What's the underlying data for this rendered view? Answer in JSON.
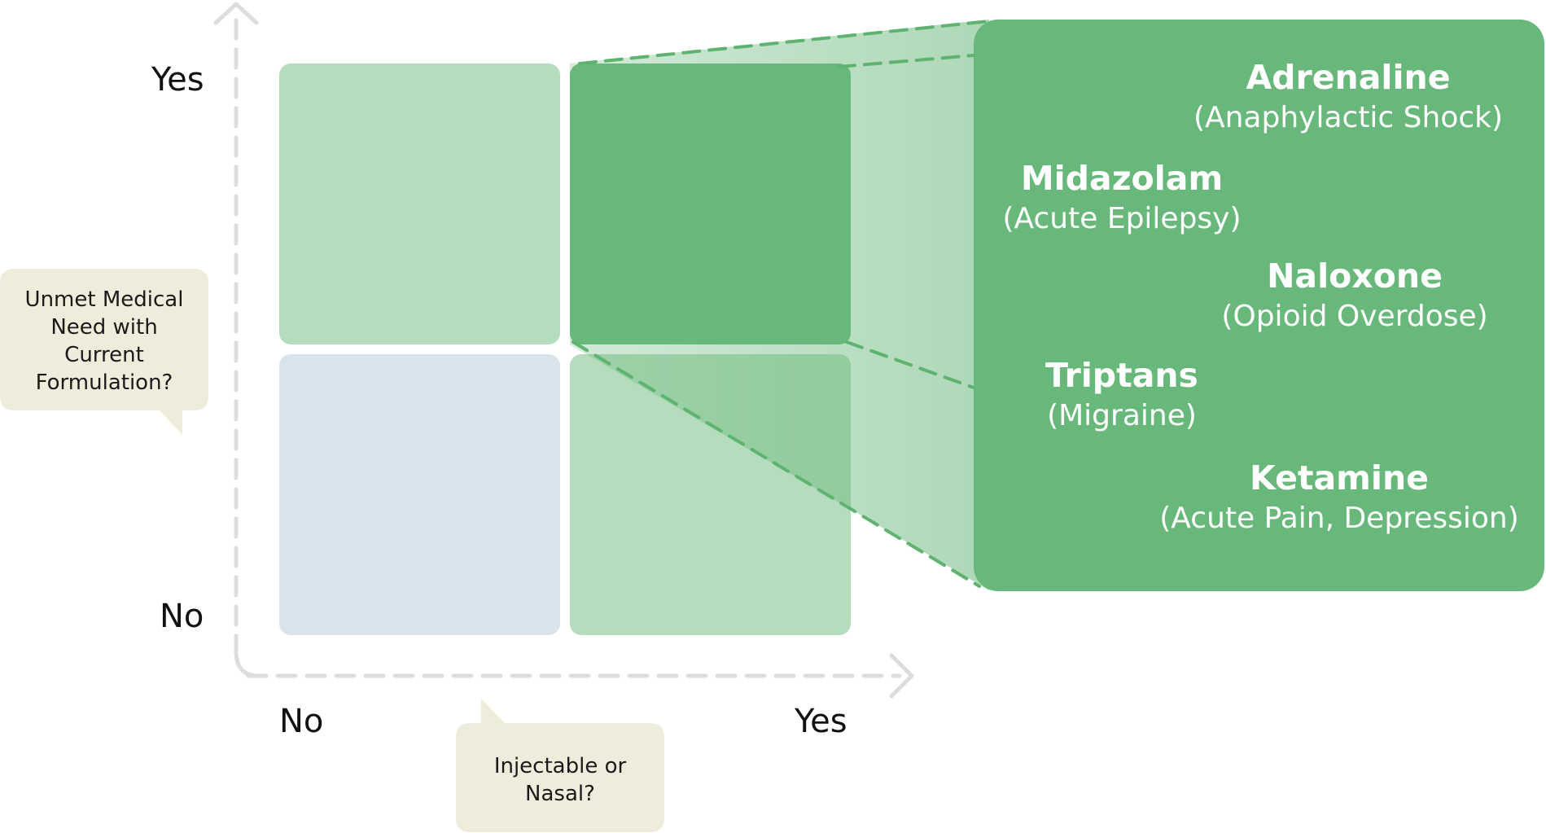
{
  "colors": {
    "light_green": "#b4dcbd",
    "dark_green": "#69b87b",
    "light_blue": "#d8e3ec",
    "callout_beige": "#f0ecdc",
    "axis_gray": "#dddddd",
    "connector_green": "#5fb370"
  },
  "y_axis": {
    "yes_label": "Yes",
    "no_label": "No",
    "question": "Unmet Medical Need with Current Formulation?"
  },
  "x_axis": {
    "no_label": "No",
    "yes_label": "Yes",
    "question": "Injectable or Nasal?"
  },
  "quadrants": [
    {
      "id": "top-left",
      "x_answer": "No",
      "y_answer": "Yes",
      "fill": "light_green"
    },
    {
      "id": "top-right",
      "x_answer": "Yes",
      "y_answer": "Yes",
      "fill": "dark_green",
      "highlighted": true
    },
    {
      "id": "bottom-left",
      "x_answer": "No",
      "y_answer": "No",
      "fill": "light_blue"
    },
    {
      "id": "bottom-right",
      "x_answer": "Yes",
      "y_answer": "No",
      "fill": "light_green"
    }
  ],
  "drugs": [
    {
      "name": "Adrenaline",
      "indication": "(Anaphylactic Shock)"
    },
    {
      "name": "Midazolam",
      "indication": "(Acute Epilepsy)"
    },
    {
      "name": "Naloxone",
      "indication": "(Opioid Overdose)"
    },
    {
      "name": "Triptans",
      "indication": "(Migraine)"
    },
    {
      "name": "Ketamine",
      "indication": "(Acute Pain, Depression)"
    }
  ]
}
